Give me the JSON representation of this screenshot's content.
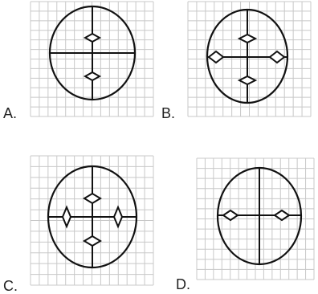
{
  "options": [
    {
      "label": "A.",
      "grid_cols": 14,
      "grid_rows": 12,
      "shapes": [
        "top-inner-diamond",
        "bottom-inner-diamond"
      ]
    },
    {
      "label": "B.",
      "grid_cols": 14,
      "grid_rows": 12,
      "shapes": [
        "top-inner-diamond",
        "bottom-inner-diamond",
        "left-diamond",
        "right-diamond"
      ]
    },
    {
      "label": "C.",
      "grid_cols": 14,
      "grid_rows": 12,
      "shapes": [
        "top-inner-diamond",
        "bottom-inner-diamond",
        "left-vertical-diamond",
        "right-vertical-diamond"
      ]
    },
    {
      "label": "D.",
      "grid_cols": 14,
      "grid_rows": 12,
      "shapes": [
        "left-diamond",
        "right-diamond"
      ]
    }
  ],
  "colors": {
    "grid": "#c8c8c8",
    "stroke": "#111111",
    "label": "#222222"
  }
}
